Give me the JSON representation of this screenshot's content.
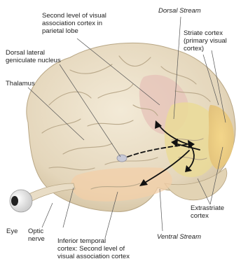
{
  "labels": {
    "second_level_parietal": "Second level of visual\nassociation cortex in\nparietal lobe",
    "dorsal_stream": "Dorsal Stream",
    "striate_cortex": "Striate cortex\n(primary visual\ncortex)",
    "dorsal_lateral_geniculate": "Dorsal lateral\ngeniculate nucleus",
    "thalamus": "Thalamus",
    "eye": "Eye",
    "optic_nerve": "Optic\nnerve",
    "inferior_temporal": "Inferior temporal\ncortex: Second level of\nvisual association cortex",
    "ventral_stream": "Ventral Stream",
    "extrastriate_cortex": "Extrastriate\ncortex"
  },
  "colors": {
    "brain_base": "#e8dcc4",
    "brain_shadow": "#c9b99a",
    "gyri_line": "#b9a88a",
    "striate_region": "#f0cf7c",
    "extrastriate_region": "#eadb98",
    "parietal_region": "#e6c2b8",
    "temporal_region": "#f3cfa6",
    "arrow": "#111111",
    "label_text": "#222222"
  }
}
